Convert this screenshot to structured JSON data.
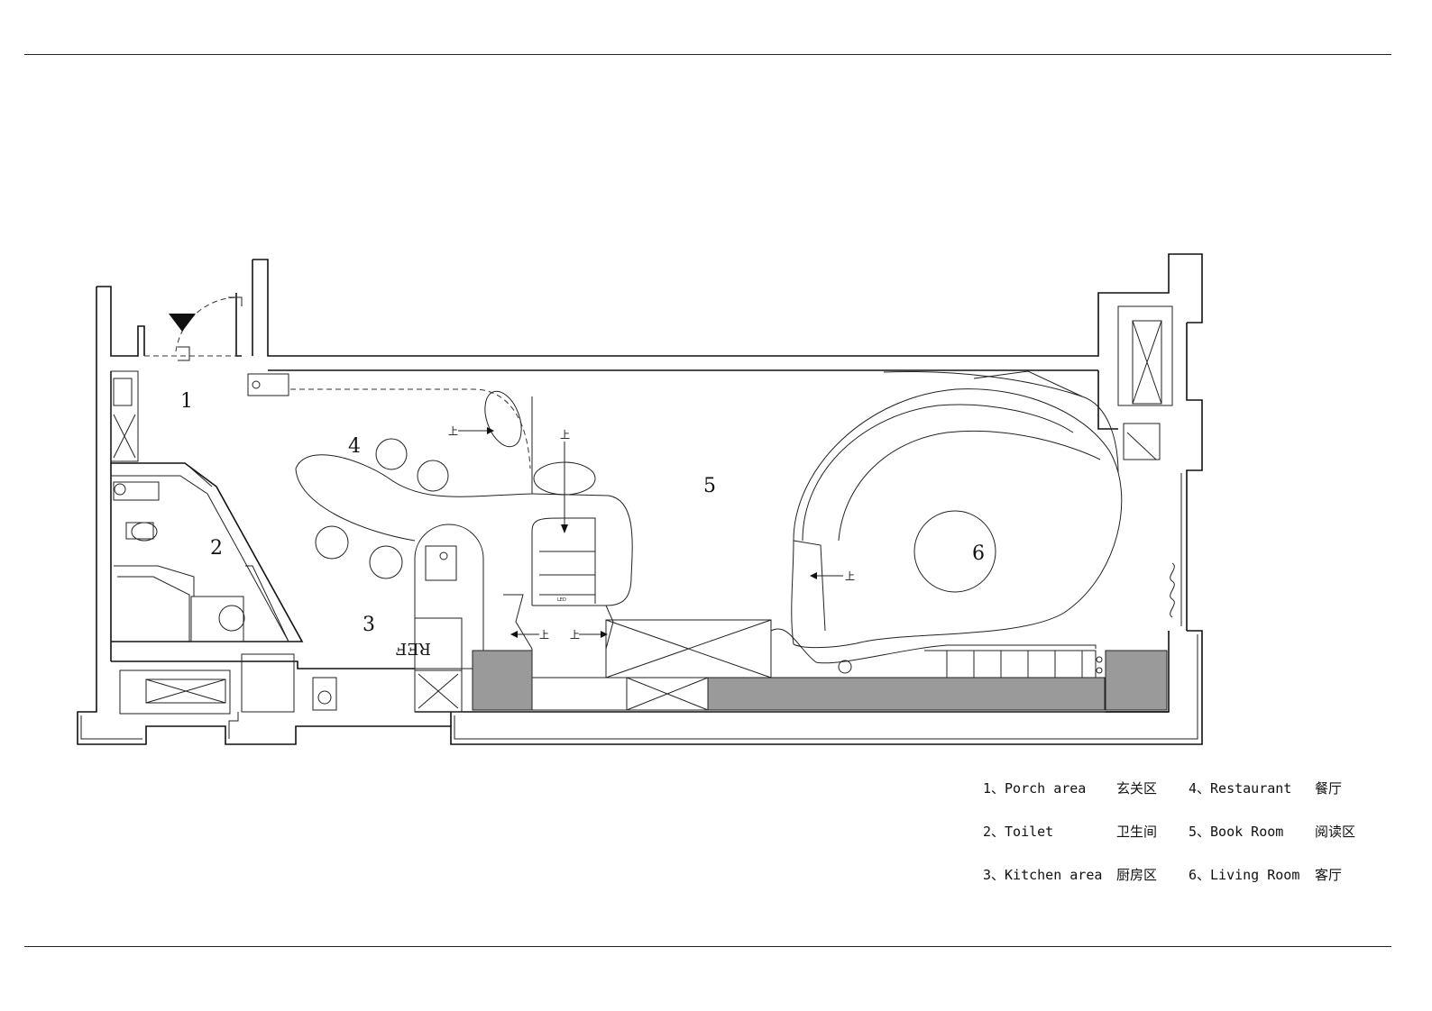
{
  "plan": {
    "areas": [
      {
        "number": "1"
      },
      {
        "number": "2"
      },
      {
        "number": "3"
      },
      {
        "number": "4"
      },
      {
        "number": "5"
      },
      {
        "number": "6"
      }
    ],
    "fridge_label": "REF",
    "step_marks": [
      "上",
      "上",
      "上",
      "上",
      "上"
    ],
    "led_label": "LED"
  },
  "legend": {
    "rows": [
      [
        {
          "en": "1、Porch area",
          "cn": "玄关区"
        },
        {
          "en": "4、Restaurant",
          "cn": "餐厅"
        }
      ],
      [
        {
          "en": "2、Toilet",
          "cn": "卫生间"
        },
        {
          "en": "5、Book Room",
          "cn": "阅读区"
        }
      ],
      [
        {
          "en": "3、Kitchen area",
          "cn": "厨房区"
        },
        {
          "en": "6、Living Room",
          "cn": "客厅"
        }
      ]
    ]
  }
}
